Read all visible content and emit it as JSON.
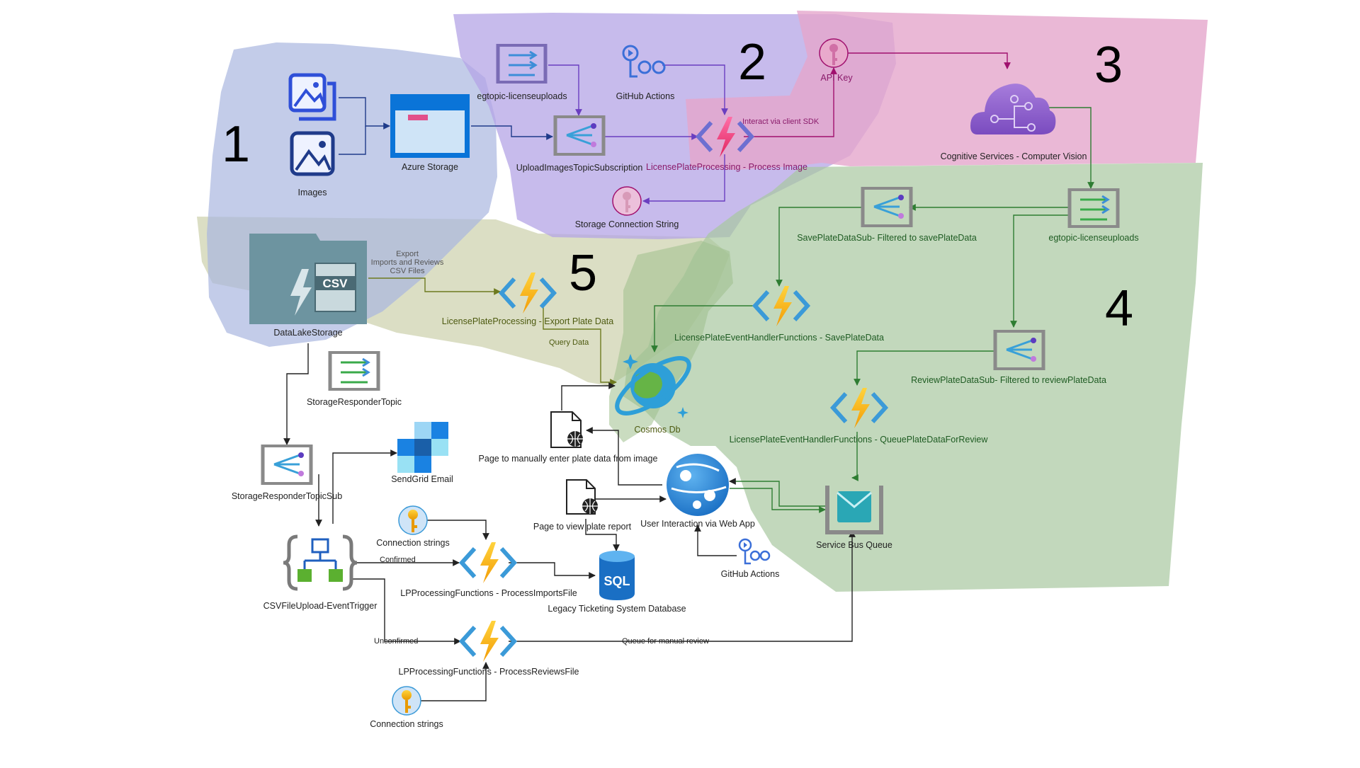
{
  "zones": {
    "z1": "1",
    "z2": "2",
    "z3": "3",
    "z4": "4",
    "z5": "5"
  },
  "nodes": {
    "images": "Images",
    "azure_storage": "Azure Storage",
    "egtopic_uploads_top": "egtopic-licenseuploads",
    "github_actions_top": "GitHub Actions",
    "upload_images_sub": "UploadImagesTopicSubscription",
    "lp_process_image": "LicensePlateProcessing - Process Image",
    "api_key": "API Key",
    "storage_conn": "Storage Connection String",
    "cognitive": "Cognitive Services - Computer Vision",
    "egtopic_uploads_right": "egtopic-licenseuploads",
    "save_plate_sub": "SavePlateDataSub- Filtered to savePlateData",
    "handler_save": "LicensePlateEventHandlerFunctions - SavePlateData",
    "review_plate_sub": "ReviewPlateDataSub- Filtered to reviewPlateData",
    "handler_queue": "LicensePlateEventHandlerFunctions - QueuePlateDataForReview",
    "service_bus": "Service Bus Queue",
    "datalake": "DataLakeStorage",
    "export_func": "LicensePlateProcessing - Export Plate Data",
    "cosmos": "Cosmos Db",
    "storage_responder_topic": "StorageResponderTopic",
    "storage_responder_sub": "StorageResponderTopicSub",
    "sendgrid": "SendGrid Email",
    "csv_trigger": "CSVFileUpload-EventTrigger",
    "conn_strings_1": "Connection strings",
    "process_imports": "LPProcessingFunctions - ProcessImportsFile",
    "sql": "Legacy Ticketing System Database",
    "process_reviews": "LPProcessingFunctions - ProcessReviewsFile",
    "conn_strings_2": "Connection strings",
    "page_manual": "Page to manually enter plate data from image",
    "page_report": "Page to view plate report",
    "web_app": "User Interaction via Web App",
    "github_actions_bottom": "GitHub Actions"
  },
  "edges": {
    "client_sdk": "Interact via client SDK",
    "export_1": "Export",
    "export_2": "Imports and Reviews",
    "export_3": "CSV Files",
    "query": "Query Data",
    "confirmed": "Confirmed",
    "unconfirmed": "Unconfirmed",
    "queue_review": "Queue for manual review"
  },
  "icons": {
    "images": "images-icon",
    "storage": "azure-storage-icon",
    "event_grid_topic": "event-grid-topic-icon",
    "event_grid_sub": "event-grid-subscription-icon",
    "function": "azure-function-icon",
    "key": "key-icon",
    "cognitive": "cognitive-services-icon",
    "github": "github-actions-icon",
    "cosmos": "cosmos-db-icon",
    "datalake": "datalake-csv-icon",
    "sendgrid": "sendgrid-icon",
    "logic_app": "logic-app-icon",
    "sql": "sql-database-icon",
    "web_page": "web-page-icon",
    "web_app": "web-app-icon",
    "service_bus": "service-bus-queue-icon"
  },
  "colors": {
    "zone1": "#a9b6e0",
    "zone2": "#b4a4e6",
    "zone3": "#e5a6cc",
    "zone4": "#a8c79f",
    "zone5": "#c3c89d",
    "arrow_zone1": "#1f3b8a",
    "arrow_zone2": "#6a3ec0",
    "arrow_zone3": "#a0106e",
    "arrow_zone4": "#2e7d32",
    "arrow_zone5": "#6d7a1e",
    "arrow_default": "#222222"
  }
}
